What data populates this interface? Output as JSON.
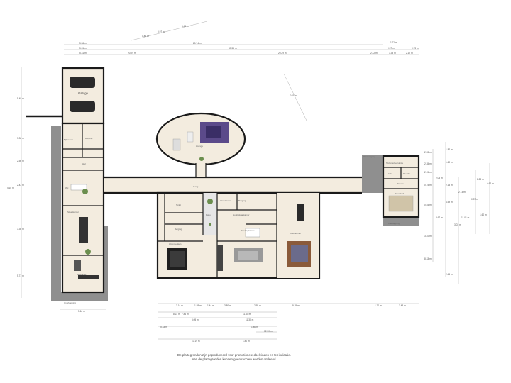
{
  "rooms": {
    "garage": "Garage",
    "berging_left": "Berging",
    "bijkeuken": "Bijkeuken",
    "hal": "Hal",
    "wc_left": "Wc",
    "slaapkamer": "Slaapkamer",
    "badkamer": "Badkamer",
    "gang": "Gang",
    "toilet_mid": "Toilet",
    "berging_mid": "Berging",
    "patio": "Patio",
    "woonkeuken": "Woonkeuken",
    "werkkamer": "Werkkamer",
    "hoofdslaapkamer": "Hoofdslaapkamer",
    "berging_right": "Berging",
    "kledingkamer": "Kledingkamer",
    "woonkamer": "Woonkamer",
    "lounge": "Lounge",
    "technische_ruimte": "Technische ruimte",
    "toilet_right": "Toilet",
    "douche": "Douche",
    "sauna": "Sauna",
    "zwembad": "Zwembad",
    "overkapping_top": "Overkapping",
    "overkapping_bottom": "Overkapping",
    "overkapping_right": "Overkapping"
  },
  "dimensions": {
    "top": [
      "0.46 m",
      "0.97 m",
      "6.45 m",
      "5.56 m",
      "20.74 m",
      "1.71 m",
      "0.57 m",
      "0.73 m",
      "5.31 m",
      "30.35 m",
      "20.29 m",
      "2.42 m",
      "3.38 m",
      "2.16 m"
    ],
    "left": [
      "5.49 m",
      "3.30 m",
      "2.56 m",
      "2.43 m",
      "4.10 m",
      "3.30 m",
      "5.71 m"
    ],
    "bottom": [
      "3.14 m",
      "1.88 m",
      "1.44 m",
      "3.80 m",
      "5.64 m",
      "2.55 m",
      "9.25 m",
      "1.70 m",
      "3.43 m",
      "8.23 m",
      "7.86 m",
      "11.60 m",
      "5.05 m",
      "11.30 m",
      "5.33 m",
      "1.80 m",
      "12.30 m",
      "10.19 m"
    ],
    "right": [
      "2.53 m",
      "1.82 m",
      "2.35 m",
      "1.60 m",
      "2.15 m",
      "2.03 m",
      "8.28 m",
      "4.62 m",
      "0.75 m",
      "2.15 m",
      "2.73 m",
      "0.54 m",
      "4.59 m",
      "0.37 m",
      "1.60 m",
      "3.67 m",
      "11.01 m",
      "3.03 m",
      "3.40 m",
      "8.33 m",
      "2.46 m"
    ],
    "diagonal": "7.02 m"
  },
  "disclaimer": {
    "line1": "De plattegronden zijn geproduceerd voor promotionele doeleinden en ter indicatie.",
    "line2": "Aan de plattegronden kunnen geen rechten worden ontleend."
  },
  "colors": {
    "floor": "#f3ecdf",
    "wall": "#1a1a1a",
    "terrace": "#8f8f8f",
    "sofa": "#7a4a2e",
    "rug": "#5b4a8a"
  }
}
